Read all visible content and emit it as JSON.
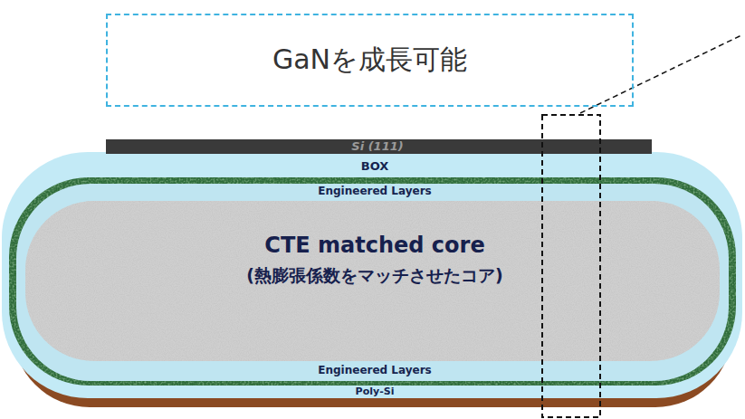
{
  "diagram": {
    "nodes": [
      {
        "text": [
          "GaNを成長可能"
        ]
      },
      {
        "text": [
          "Si (111)"
        ]
      },
      {
        "text": [
          "BOX"
        ]
      },
      {
        "text": [
          "Engineered Layers"
        ]
      },
      {
        "text": [
          "CTE matched core",
          "(熱膨張係数をマッチさせたコア)"
        ]
      },
      {
        "text": [
          "Engineered Layers"
        ]
      },
      {
        "text": [
          "Poly-Si"
        ]
      }
    ]
  }
}
